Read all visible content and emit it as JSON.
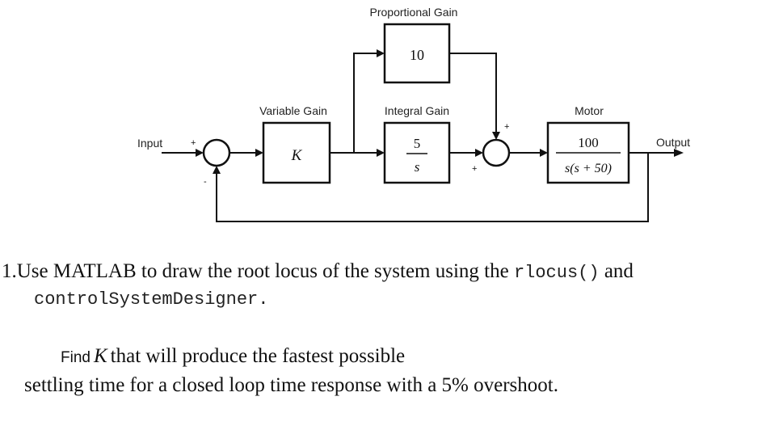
{
  "diagram": {
    "blocks": {
      "proportional": {
        "label": "Proportional Gain",
        "value": "10"
      },
      "variable": {
        "label": "Variable Gain",
        "value": "K"
      },
      "integral": {
        "label": "Integral Gain",
        "numerator": "5",
        "denominator": "s"
      },
      "motor": {
        "label": "Motor",
        "numerator": "100",
        "denominator": "s(s + 50)"
      }
    },
    "input_label": "Input",
    "output_label": "Output",
    "signs": {
      "sum1_in": "+",
      "sum1_fb": "-",
      "sum2_top": "+",
      "sum2_left": "+"
    }
  },
  "question": {
    "line1_prefix": "1.Use MATLAB to draw the root locus of the system using the",
    "line1_code": "rlocus()",
    "line1_suffix": "and",
    "line2_code": "controlSystemDesigner.",
    "find_word": "Find",
    "find_var": "K",
    "find_rest": "that will produce the fastest possible",
    "last_line": "settling time for a closed loop time response with a 5% overshoot."
  }
}
